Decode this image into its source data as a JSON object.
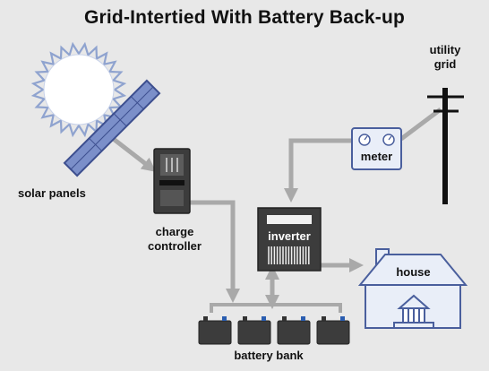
{
  "title": "Grid-Intertied With Battery Back-up",
  "labels": {
    "solar_panels": "solar panels",
    "charge_controller_line1": "charge",
    "charge_controller_line2": "controller",
    "utility_grid_line1": "utility",
    "utility_grid_line2": "grid",
    "meter": "meter",
    "inverter": "inverter",
    "house": "house",
    "battery_bank": "battery bank"
  },
  "colors": {
    "background": "#e8e8e8",
    "connector": "#a9a9a9",
    "panel_fill": "#7b8fc9",
    "panel_stroke": "#3d4f8f",
    "component_dark": "#3c3c3c",
    "component_blue_fill": "#e9eef8",
    "component_blue_stroke": "#4a5f9d",
    "sun_fill": "#ffffff",
    "sun_ray_stroke": "#8fa3cf"
  },
  "icons": [
    "sun-icon",
    "solar-panel-icon",
    "charge-controller-icon",
    "inverter-icon",
    "meter-icon",
    "utility-pole-icon",
    "house-icon",
    "battery-icon"
  ]
}
